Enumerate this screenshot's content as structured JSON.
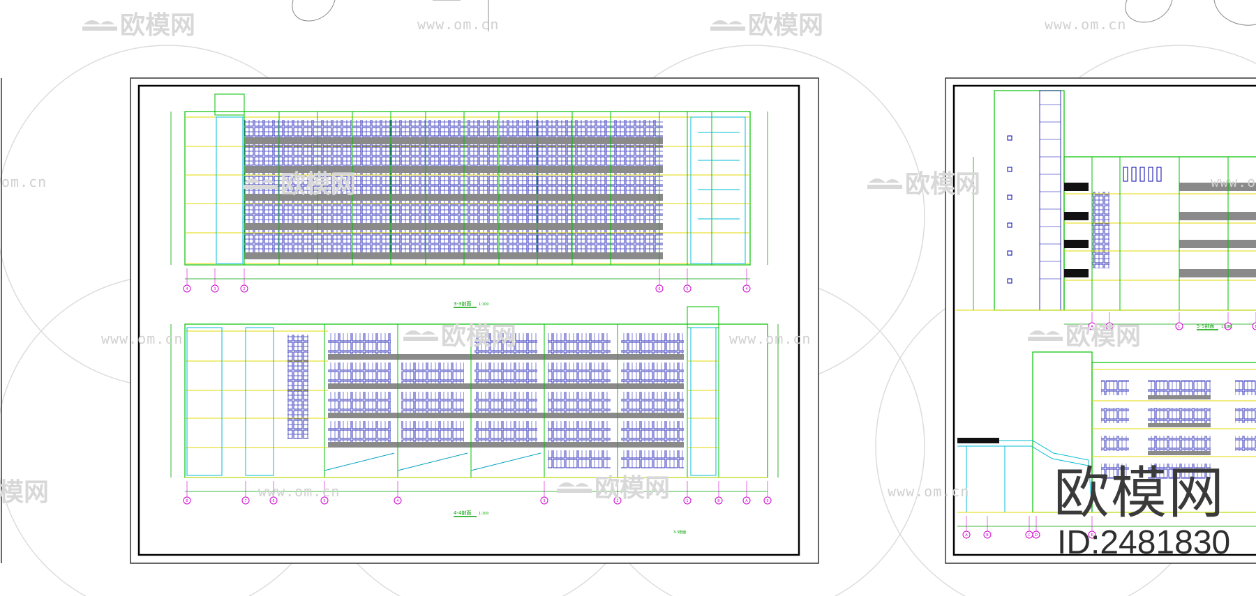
{
  "watermark": {
    "brand": "欧模网",
    "url": "www.om.cn",
    "url_fragment": "om.cn",
    "brand_fragment": "模网"
  },
  "sheet_left": {
    "section_a_title": "3-3剖面",
    "section_a_scale": "1:100",
    "section_b_title": "4-4剖面",
    "section_b_scale": "1:100",
    "footnote": "3-3剖面",
    "axes_a": [
      "4",
      "3",
      "2",
      "6",
      "5",
      "4"
    ],
    "axes_b": [
      "8",
      "7",
      "6",
      "5",
      "4",
      "3",
      "2",
      "1",
      "B",
      "A",
      "9"
    ]
  },
  "sheet_right": {
    "section_title": "5-5剖面",
    "section_scale": "1:100",
    "axes": [
      "A",
      "B",
      "C",
      "D",
      "E"
    ]
  },
  "brand_overlay": {
    "name": "欧模网",
    "id": "ID:2481830"
  }
}
